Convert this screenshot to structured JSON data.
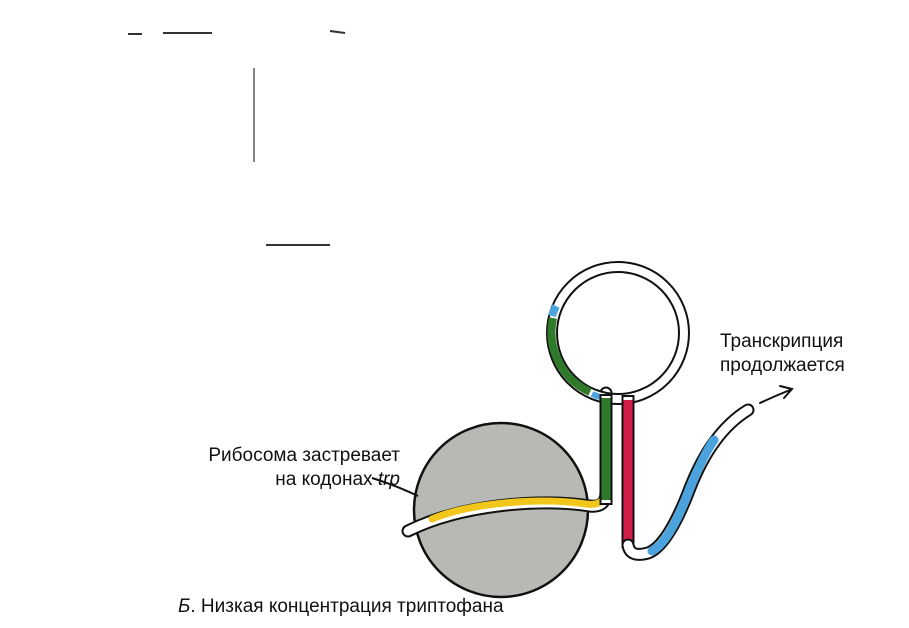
{
  "labels": {
    "ribosome_line1": "Рибосома застревает",
    "ribosome_line2": "на кодонах",
    "ribosome_line2_italic": "trp",
    "transcription_line1": "Транскрипция",
    "transcription_line2": "продолжается"
  },
  "caption": {
    "prefix": "Б",
    "text": ". Низкая концентрация триптофана"
  },
  "colors": {
    "ribosome_fill": "#b8b8b4",
    "yellow_region": "#f2c71c",
    "green_region": "#2e7a2a",
    "red_region": "#d41e4a",
    "blue_region": "#4aa3dc",
    "outline": "#111111"
  }
}
